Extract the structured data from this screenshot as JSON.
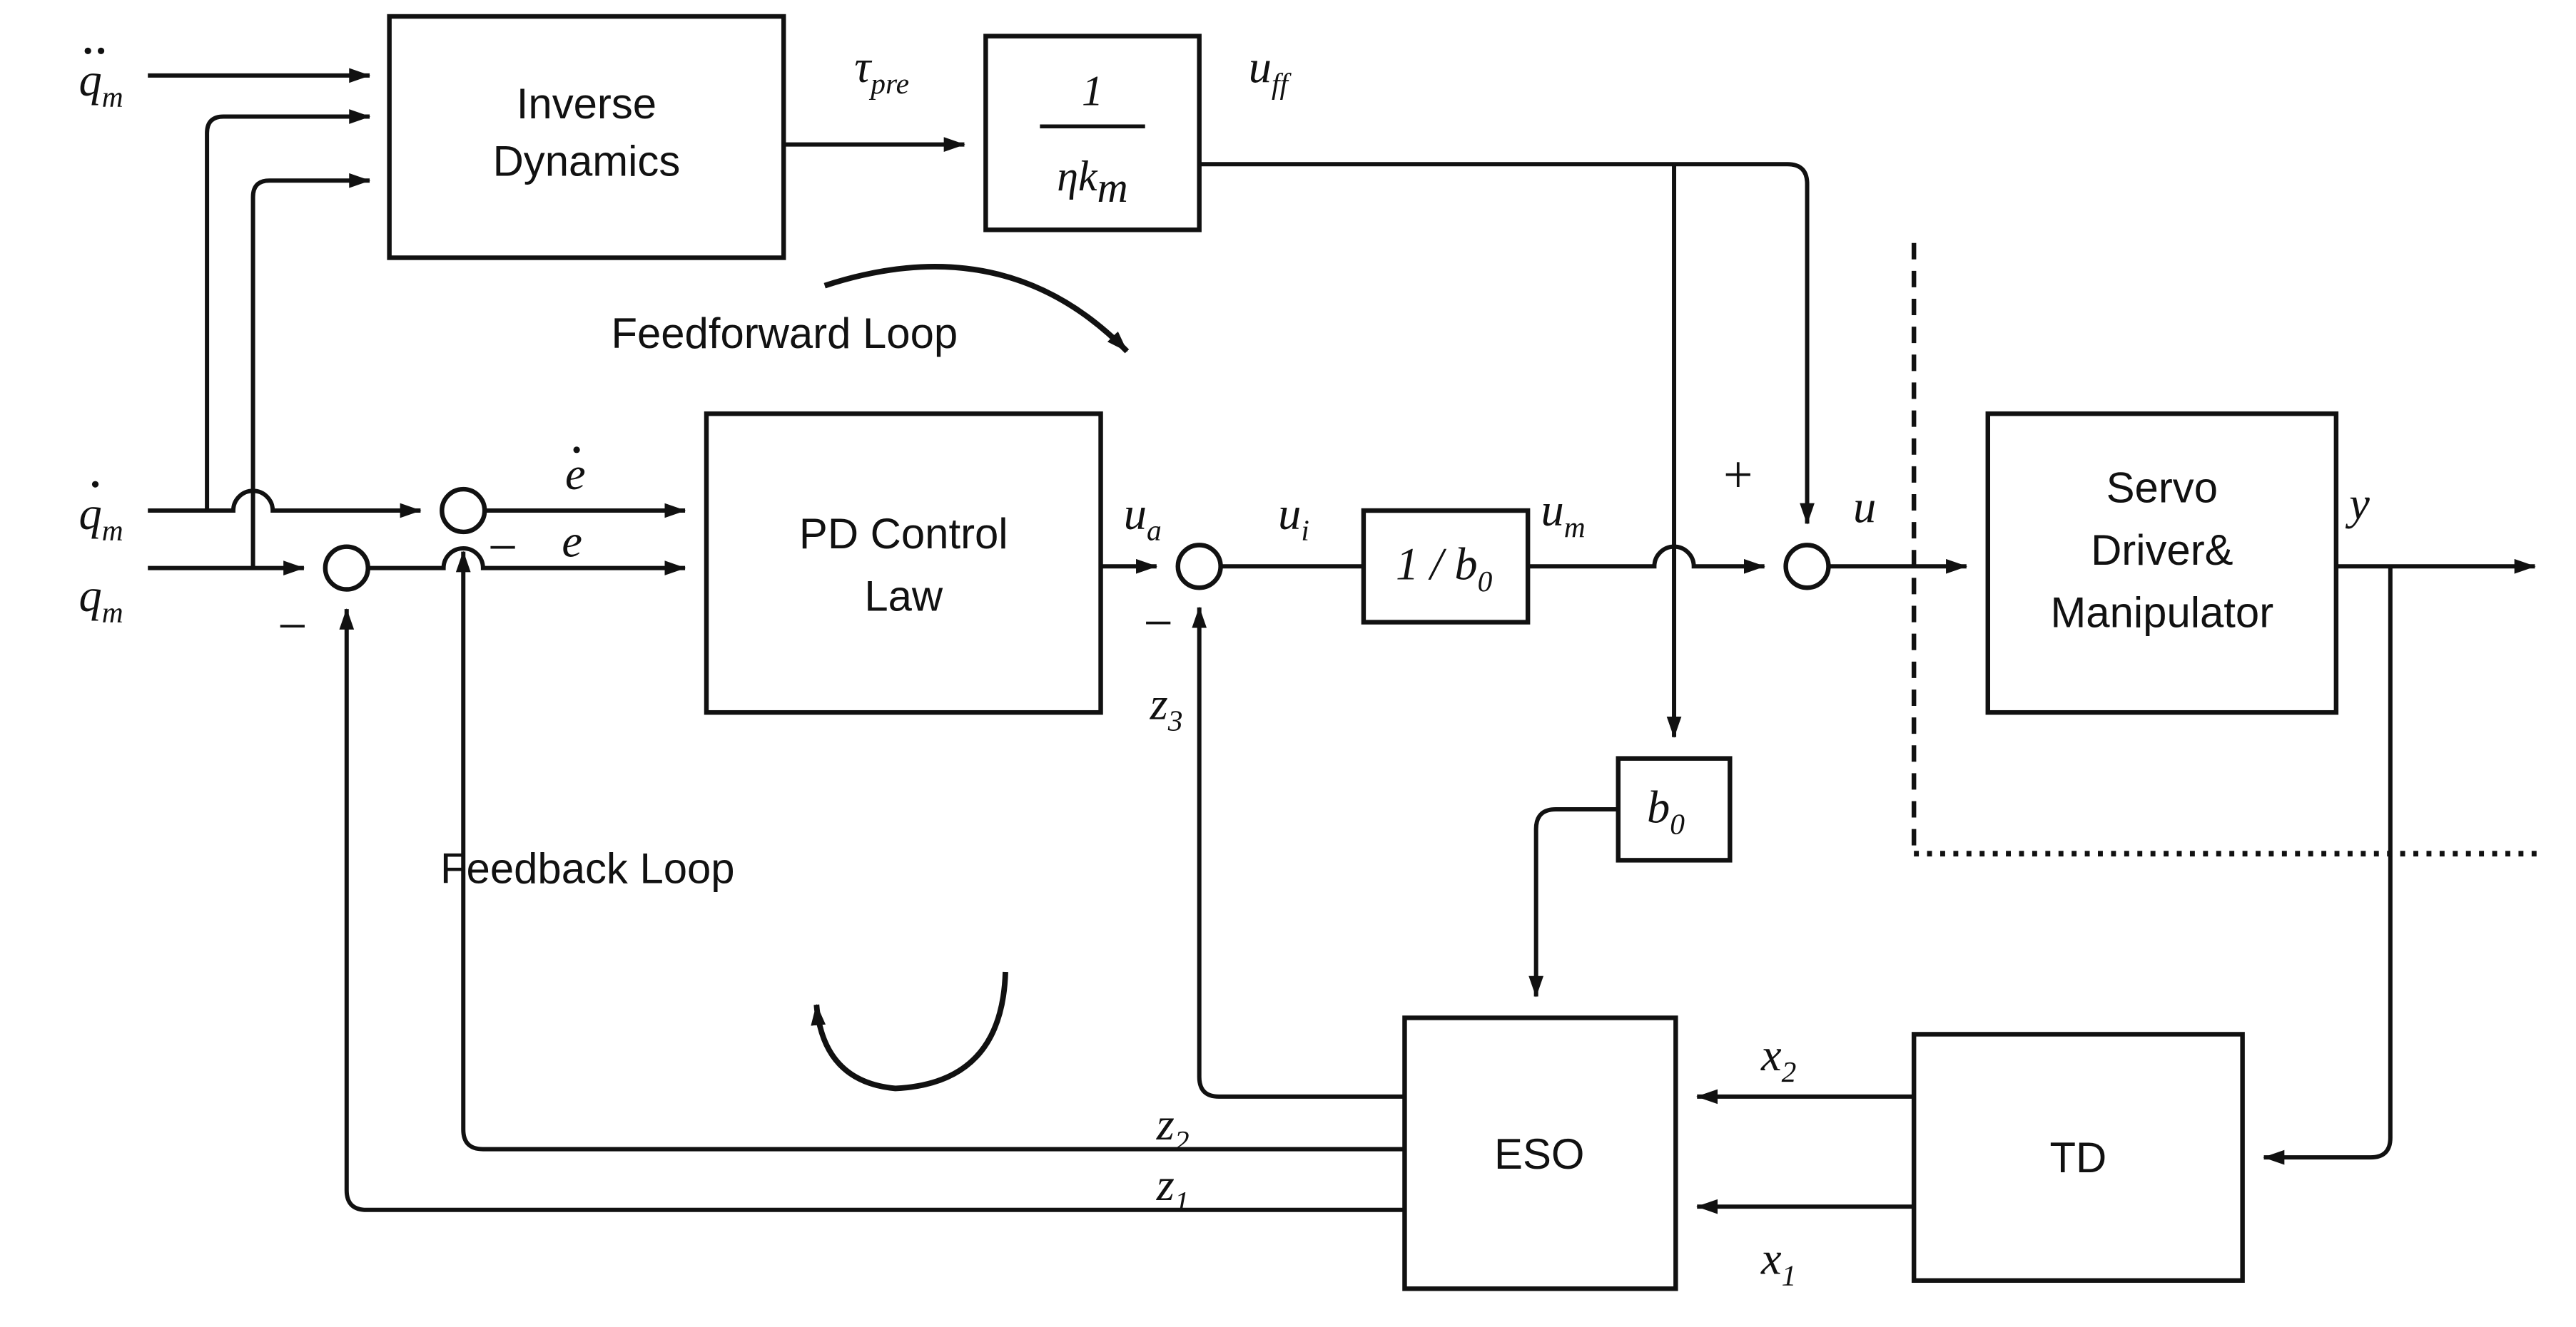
{
  "palette": {
    "line": "#111111",
    "background": "#ffffff"
  },
  "blocks": {
    "inverse_dynamics": {
      "line1": "Inverse",
      "line2": "Dynamics"
    },
    "feedforward_gain": {
      "numerator": "1",
      "denominator_base": "ηk",
      "denominator_sub": "m"
    },
    "pd_control": {
      "line1": "PD Control",
      "line2": "Law"
    },
    "inverse_b0": {
      "base": "1 / b",
      "sub": "0"
    },
    "b0": {
      "base": "b",
      "sub": "0"
    },
    "servo": {
      "line1": "Servo",
      "line2": "Driver&",
      "line3": "Manipulator"
    },
    "eso": {
      "label": "ESO"
    },
    "td": {
      "label": "TD"
    }
  },
  "annotations": {
    "feedforward_loop": "Feedforward Loop",
    "feedback_loop": "Feedback Loop"
  },
  "signals": {
    "qm_ddot": {
      "base": "q",
      "sub": "m",
      "accent": "double-dot"
    },
    "qm_dot": {
      "base": "q",
      "sub": "m",
      "accent": "dot"
    },
    "qm": {
      "base": "q",
      "sub": "m"
    },
    "tau_pre": {
      "base": "τ",
      "sub": "pre"
    },
    "u_ff": {
      "base": "u",
      "sub": "ff"
    },
    "e_dot": {
      "base": "e",
      "accent": "dot"
    },
    "e": {
      "base": "e"
    },
    "u_a": {
      "base": "u",
      "sub": "a"
    },
    "u_i": {
      "base": "u",
      "sub": "i"
    },
    "u_m": {
      "base": "u",
      "sub": "m"
    },
    "u": {
      "base": "u"
    },
    "y": {
      "base": "y"
    },
    "z3": {
      "base": "z",
      "sub": "3"
    },
    "z2": {
      "base": "z",
      "sub": "2"
    },
    "z1": {
      "base": "z",
      "sub": "1"
    },
    "x2": {
      "base": "x",
      "sub": "2"
    },
    "x1": {
      "base": "x",
      "sub": "1"
    }
  },
  "operators": {
    "plus": "+",
    "minus": "−"
  }
}
